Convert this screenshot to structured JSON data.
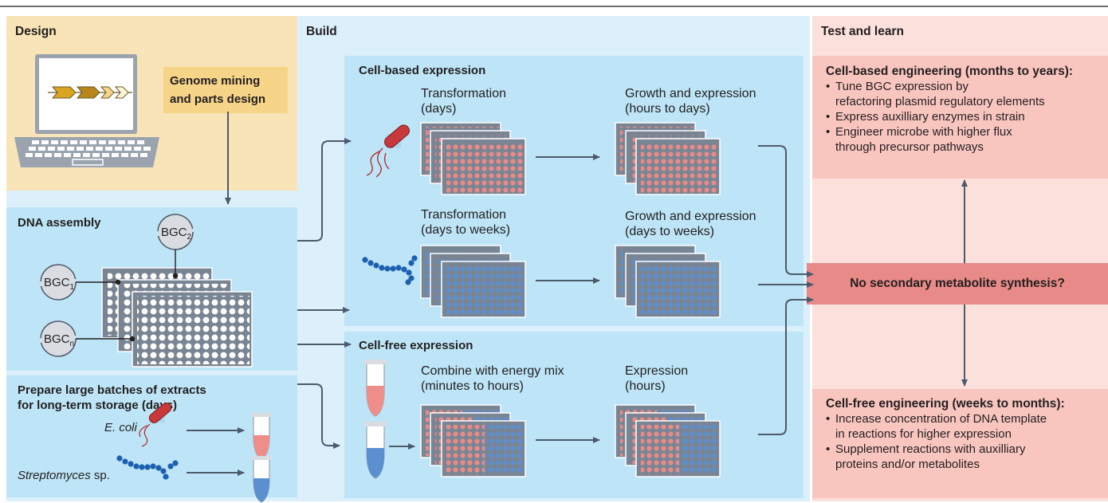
{
  "design": {
    "header": "Design",
    "chip": "Genome mining\nand parts design"
  },
  "build": {
    "header": "Build",
    "dna_assembly": "DNA assembly",
    "bgc": {
      "base": "BGC",
      "sub1": "1",
      "sub2": "2",
      "subn": "n"
    },
    "prepare": "Prepare large batches of extracts\nfor long-term storage (days)",
    "ecoli": "E. coli",
    "streptomyces": "Streptomyces",
    "streptomyces_sp": " sp.",
    "cell_based": {
      "title": "Cell-based expression",
      "transformation_1": "Transformation\n(days)",
      "growth_1": "Growth and expression\n(hours to days)",
      "transformation_2": "Transformation\n(days to weeks)",
      "growth_2": "Growth and expression\n(days to weeks)"
    },
    "cell_free": {
      "title": "Cell-free expression",
      "combine": "Combine with energy mix\n(minutes to hours)",
      "expression": "Expression\n(hours)"
    }
  },
  "test": {
    "header": "Test and learn",
    "cell_based_title": "Cell-based engineering (months to years):",
    "cell_based_items": [
      "Tune BGC expression by\nrefactoring plasmid regulatory elements",
      "Express auxilliary enzymes in strain",
      "Engineer microbe with higher flux\nthrough precursor pathways"
    ],
    "banner": "No secondary metabolite synthesis?",
    "cell_free_title": "Cell-free engineering (weeks to months):",
    "cell_free_items": [
      "Increase concentration of DNA template\nin reactions for higher expression",
      "Supplement reactions with auxilliary\nproteins and/or metabolites"
    ]
  },
  "colors": {
    "design_bg": "#f8e4b6",
    "chip": "#f6d488",
    "build_bg": "#dcf0fb",
    "build_box": "#bde5f7",
    "test_bg": "#fce0dc",
    "test_box": "#f9c5bf",
    "banner": "#e88a88",
    "arrow": "#4d5a6a",
    "well_red": "#e88a88",
    "well_blue": "#5b8fd0",
    "plate_gray": "#7a8593"
  },
  "icons": [
    "laptop-icon",
    "gene-cluster-icon",
    "bacterium-icon",
    "streptomyces-icon",
    "tube-icon",
    "plate-icon",
    "circular-plasmid-icon"
  ]
}
